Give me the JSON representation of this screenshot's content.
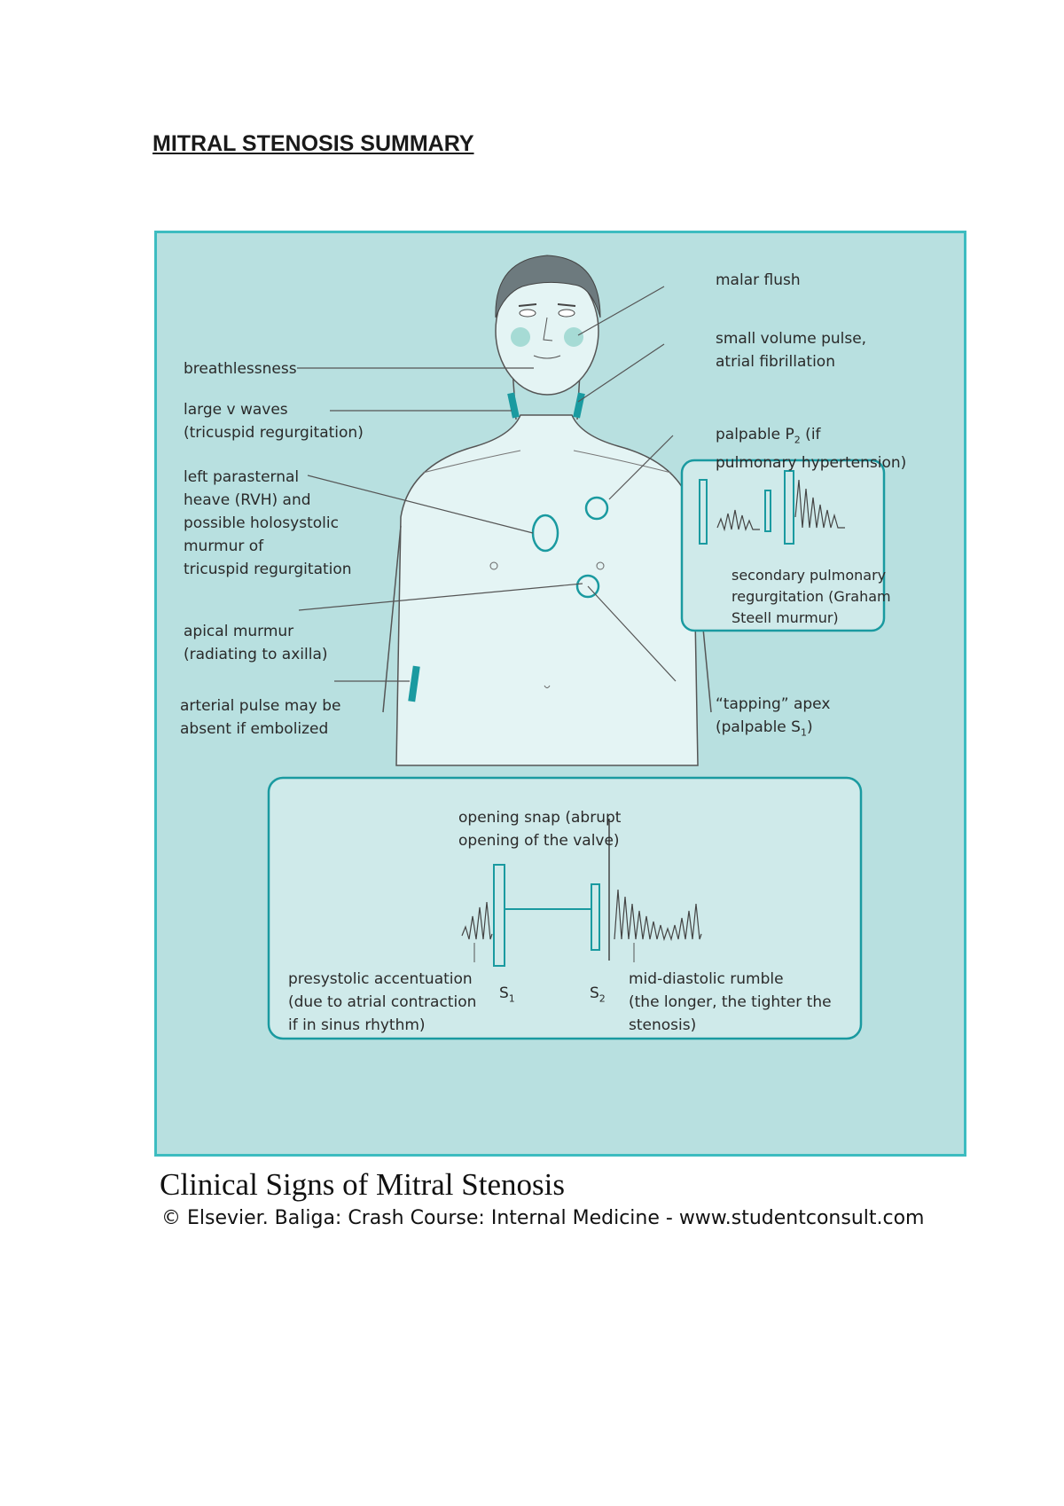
{
  "title": "MITRAL STENOSIS SUMMARY",
  "labels": {
    "malar_flush": "malar flush",
    "small_volume_pulse": "small volume pulse,\natrial fibrillation",
    "breathlessness": "breathlessness",
    "large_v_waves": "large v waves\n(tricuspid regurgitation)",
    "palpable_p2_pre": "palpable P",
    "palpable_p2_sub": "2",
    "palpable_p2_post": " (if\npulmonary hypertension)",
    "left_parasternal": "left parasternal\nheave (RVH) and\npossible holosystolic\nmurmur of\ntricuspid regurgitation",
    "secondary_pulmonary": "secondary pulmonary\nregurgitation (Graham\nSteell murmur)",
    "apical_murmur": "apical murmur\n(radiating to axilla)",
    "arterial_pulse": "arterial pulse may be\nabsent if embolized",
    "tapping_apex_line1": "“tapping” apex",
    "tapping_apex_pre": "(palpable S",
    "tapping_apex_sub": "1",
    "tapping_apex_post": ")",
    "opening_snap": "opening snap (abrupt\nopening of the valve)",
    "presystolic": "presystolic accentuation\n(due to atrial contraction\nif in sinus rhythm)",
    "s1_main": "S",
    "s1_sub": "1",
    "s2_main": "S",
    "s2_sub": "2",
    "mid_diastolic": "mid-diastolic rumble\n(the longer, the tighter the\nstenosis)"
  },
  "caption": {
    "title": "Clinical Signs of Mitral Stenosis",
    "credit": "© Elsevier. Baliga: Crash Course: Internal Medicine - www.studentconsult.com"
  },
  "colors": {
    "background": "#b8e0e0",
    "border": "#3dbcc0",
    "skin": "#dff2f2",
    "accent": "#1a9aa0"
  }
}
